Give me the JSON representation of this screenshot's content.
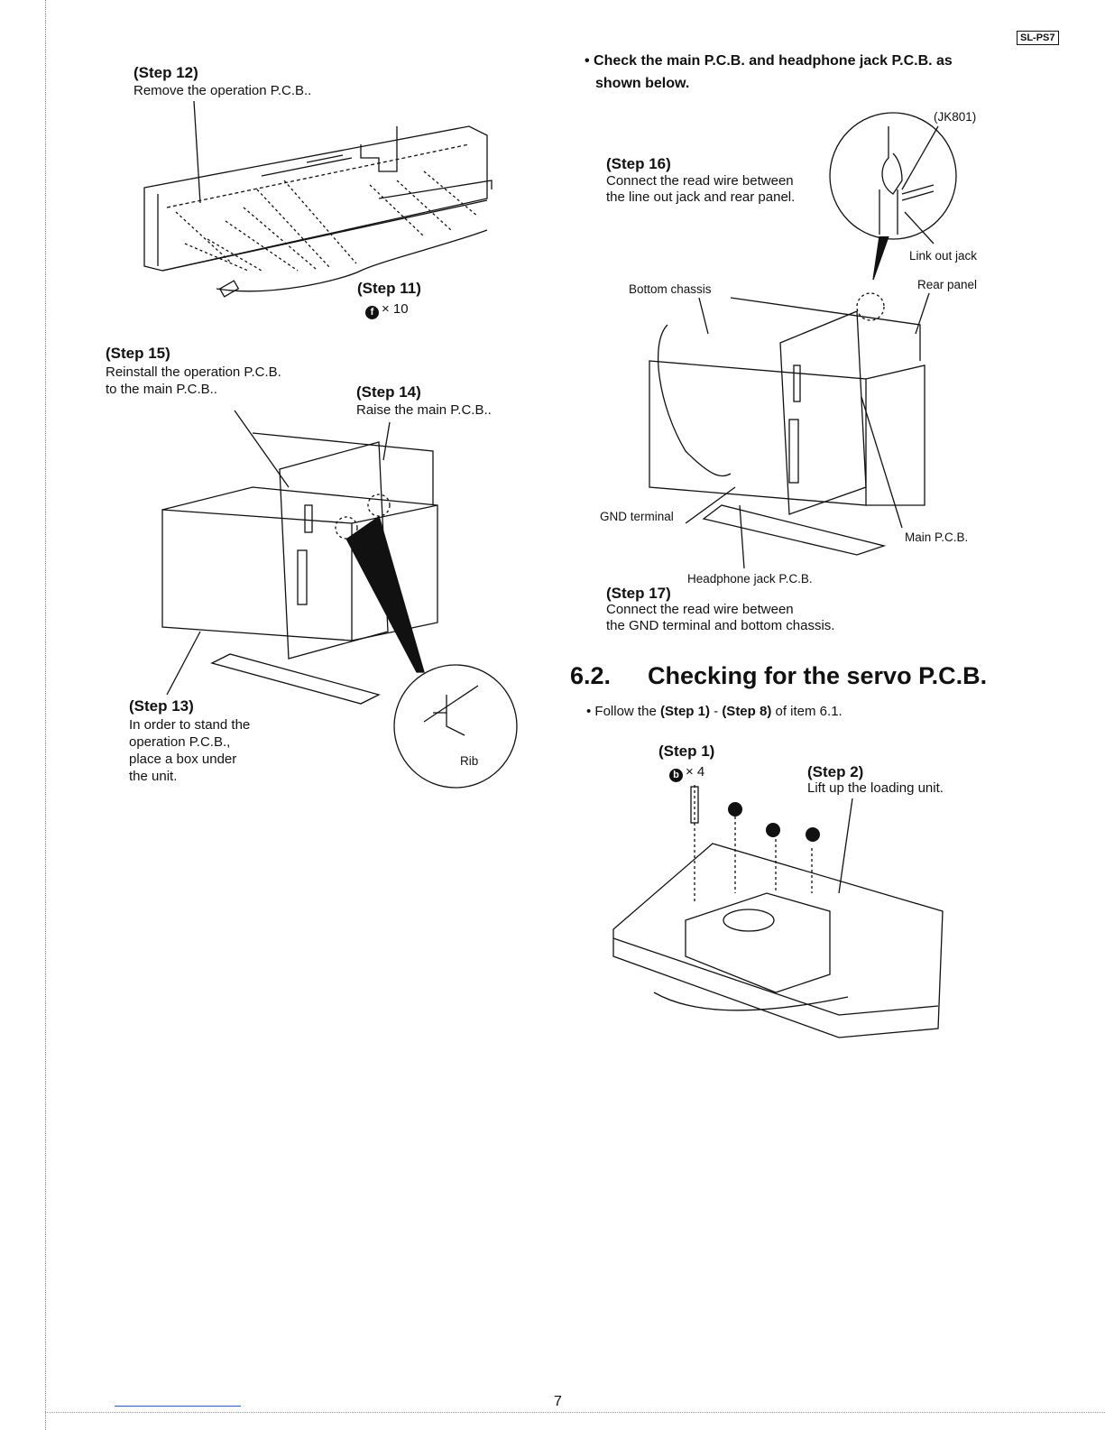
{
  "model_badge": "SL-PS7",
  "left": {
    "step12": {
      "title": "(Step 12)",
      "text": "Remove the operation P.C.B.."
    },
    "step11": {
      "title": "(Step 11)",
      "screw": "f",
      "count": "× 10"
    },
    "step15": {
      "title": "(Step 15)",
      "lines": [
        "Reinstall the operation P.C.B.",
        "to the main P.C.B.."
      ]
    },
    "step14": {
      "title": "(Step 14)",
      "text": "Raise the main P.C.B.."
    },
    "step13": {
      "title": "(Step 13)",
      "lines": [
        "In order to stand the",
        "operation P.C.B.,",
        "place a box under",
        "the unit."
      ]
    },
    "rib_label": "Rib"
  },
  "right": {
    "intro": [
      "• Check the main P.C.B. and headphone jack P.C.B. as",
      "shown below."
    ],
    "labels": {
      "jk801": "(JK801)",
      "link_out_jack": "Link out jack",
      "rear_panel": "Rear panel",
      "bottom_chassis": "Bottom chassis",
      "gnd_terminal": "GND terminal",
      "main_pcb": "Main P.C.B.",
      "headphone_jack_pcb": "Headphone jack P.C.B."
    },
    "step16": {
      "title": "(Step 16)",
      "lines": [
        "Connect the read wire between",
        "the line out jack and rear panel."
      ]
    },
    "step17": {
      "title": "(Step 17)",
      "lines": [
        "Connect the read wire between",
        "the GND terminal and bottom chassis."
      ]
    },
    "section": {
      "number": "6.2.",
      "title": "Checking for the servo P.C.B."
    },
    "follow": {
      "pre": "• Follow the ",
      "step_a": "(Step 1)",
      "mid": " - ",
      "step_b": "(Step 8)",
      "post": " of item 6.1."
    },
    "step1": {
      "title": "(Step 1)",
      "screw": "b",
      "count": "× 4"
    },
    "step2": {
      "title": "(Step 2)",
      "text": "Lift up the loading unit."
    }
  },
  "page_number": "7"
}
